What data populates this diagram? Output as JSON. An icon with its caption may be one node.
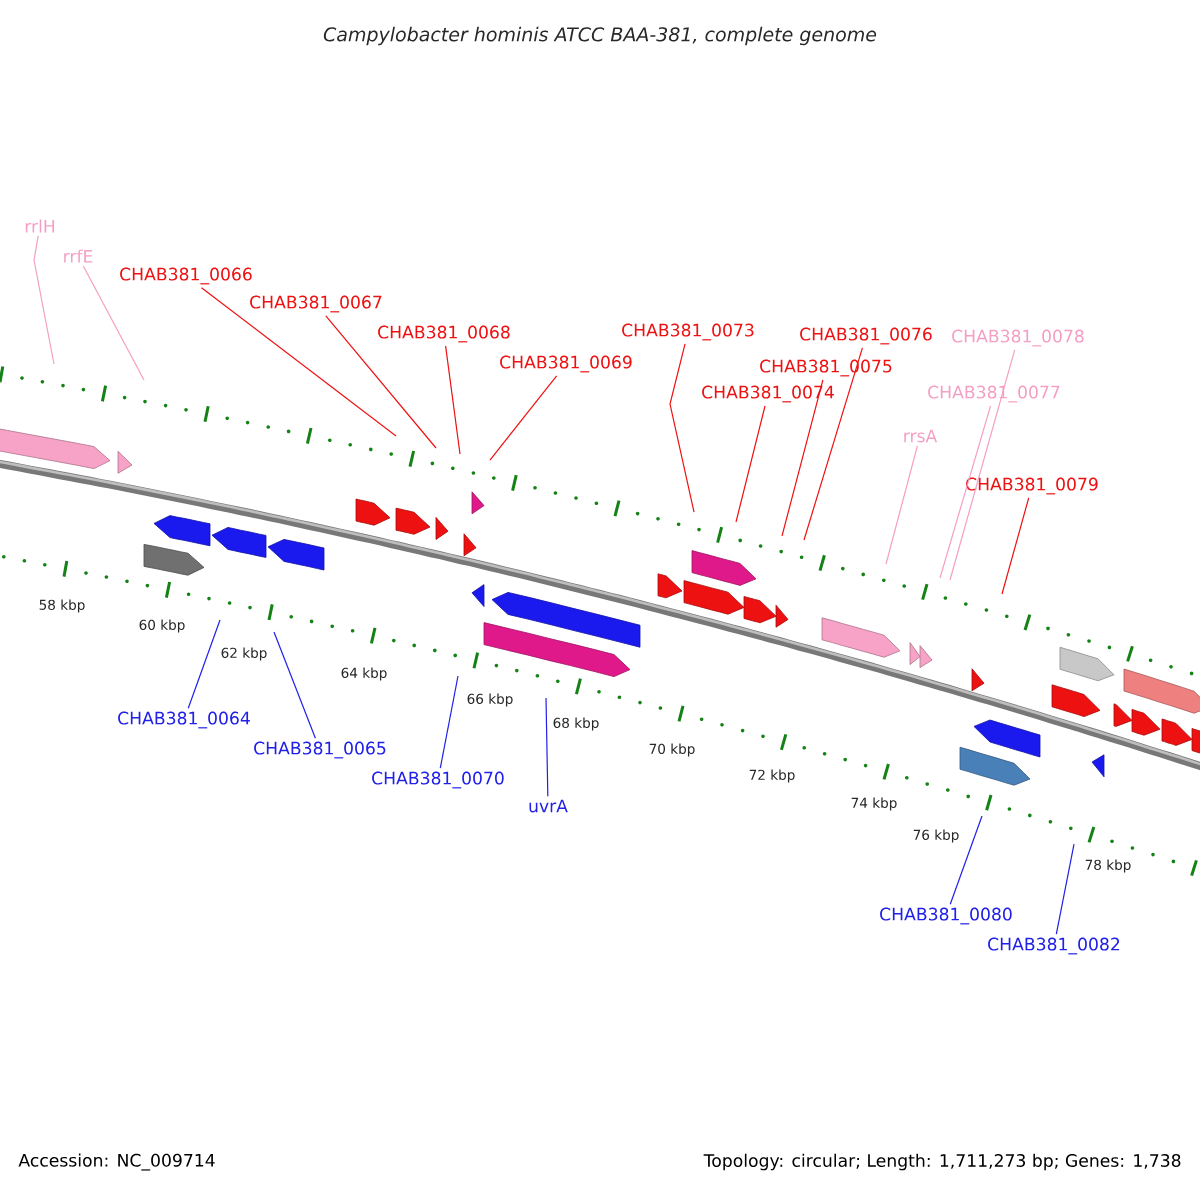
{
  "diagram": {
    "title": "Campylobacter hominis ATCC BAA-381, complete genome",
    "nodes": [
      {
        "text": [
          "rrlH"
        ]
      },
      {
        "text": [
          "rrfE"
        ]
      },
      {
        "text": [
          "CHAB381_0066"
        ]
      },
      {
        "text": [
          "CHAB381_0067"
        ]
      },
      {
        "text": [
          "CHAB381_0068"
        ]
      },
      {
        "text": [
          "CHAB381_0069"
        ]
      },
      {
        "text": [
          "CHAB381_0073"
        ]
      },
      {
        "text": [
          "CHAB381_0076"
        ]
      },
      {
        "text": [
          "CHAB381_0075"
        ]
      },
      {
        "text": [
          "CHAB381_0074"
        ]
      },
      {
        "text": [
          "CHAB381_0078"
        ]
      },
      {
        "text": [
          "CHAB381_0077"
        ]
      },
      {
        "text": [
          "rrsA"
        ]
      },
      {
        "text": [
          "CHAB381_0079"
        ]
      },
      {
        "text": [
          "CHAB381_0064"
        ]
      },
      {
        "text": [
          "CHAB381_0065"
        ]
      },
      {
        "text": [
          "CHAB381_0070"
        ]
      },
      {
        "text": [
          "uvrA"
        ]
      },
      {
        "text": [
          "CHAB381_0080"
        ]
      },
      {
        "text": [
          "CHAB381_0082"
        ]
      }
    ],
    "edges": [
      {
        "from": 0,
        "to": null,
        "arrow": "none",
        "color": "#f59ec4"
      },
      {
        "from": 1,
        "to": null,
        "arrow": "none",
        "color": "#f59ec4"
      },
      {
        "from": 2,
        "to": null,
        "arrow": "none"
      },
      {
        "from": 3,
        "to": null,
        "arrow": "none"
      },
      {
        "from": 4,
        "to": null,
        "arrow": "none"
      },
      {
        "from": 5,
        "to": null,
        "arrow": "none"
      },
      {
        "from": 6,
        "to": null,
        "arrow": "none"
      },
      {
        "from": 7,
        "to": null,
        "arrow": "none"
      },
      {
        "from": 8,
        "to": null,
        "arrow": "none"
      },
      {
        "from": 9,
        "to": null,
        "arrow": "none"
      },
      {
        "from": 10,
        "to": null,
        "arrow": "none",
        "color": "#f59ec4"
      },
      {
        "from": 11,
        "to": null,
        "arrow": "none",
        "color": "#f59ec4"
      },
      {
        "from": 12,
        "to": null,
        "arrow": "none",
        "color": "#f59ec4"
      },
      {
        "from": 13,
        "to": null,
        "arrow": "none"
      },
      {
        "from": 14,
        "to": null,
        "arrow": "none",
        "color": "#2020e8"
      },
      {
        "from": 15,
        "to": null,
        "arrow": "none",
        "color": "#2020e8"
      },
      {
        "from": 16,
        "to": null,
        "arrow": "none",
        "color": "#2020e8"
      },
      {
        "from": 17,
        "to": null,
        "arrow": "none",
        "color": "#2020e8"
      },
      {
        "from": 18,
        "to": null,
        "arrow": "none",
        "color": "#2020e8"
      },
      {
        "from": 19,
        "to": null,
        "arrow": "none",
        "color": "#2020e8"
      }
    ],
    "labels": [
      "58 kbp",
      "60 kbp",
      "62 kbp",
      "64 kbp",
      "66 kbp",
      "68 kbp",
      "70 kbp",
      "72 kbp",
      "74 kbp",
      "76 kbp",
      "78 kbp",
      "Accession: NC_009714",
      "Topology: circular; Length: 1,711,273 bp; Genes: 1,738"
    ]
  }
}
